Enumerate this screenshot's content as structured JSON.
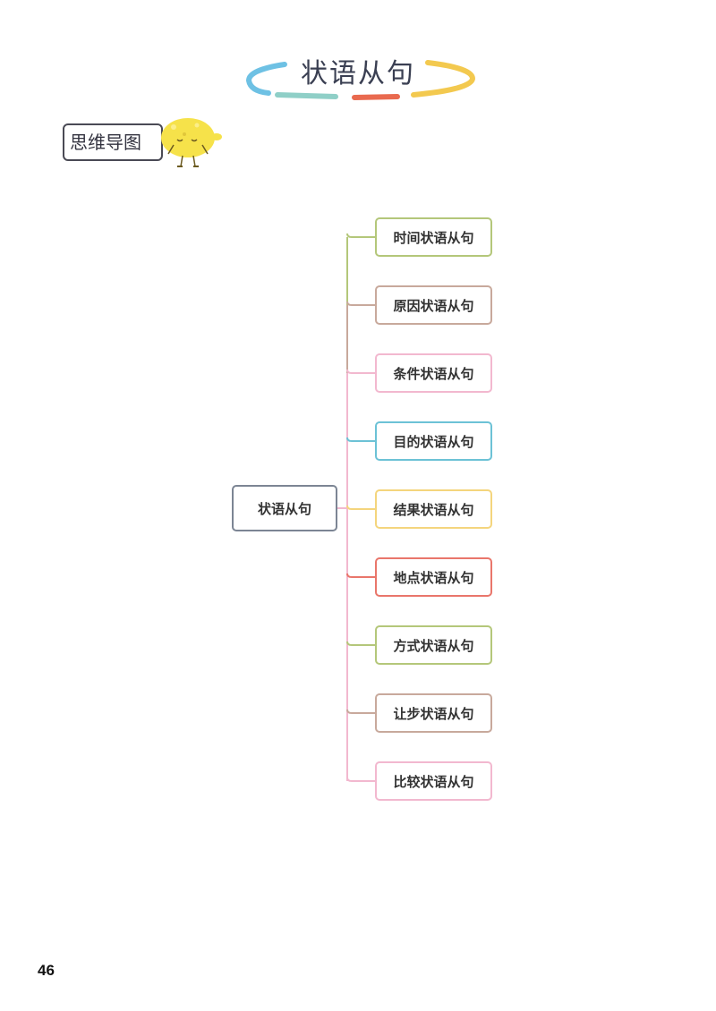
{
  "header": {
    "title": "状语从句",
    "deco_colors": [
      "#6ec1e4",
      "#8fcfc7",
      "#e96a4f",
      "#f3c94f"
    ]
  },
  "section": {
    "label": "思维导图",
    "mascot": "lemon-mascot-icon"
  },
  "mindmap": {
    "root": {
      "label": "状语从句",
      "color": "#7c8594"
    },
    "branches": [
      {
        "label": "时间状语从句",
        "color": "#b4c77a"
      },
      {
        "label": "原因状语从句",
        "color": "#c8a99c"
      },
      {
        "label": "条件状语从句",
        "color": "#f2b8cf"
      },
      {
        "label": "目的状语从句",
        "color": "#6cc2d6"
      },
      {
        "label": "结果状语从句",
        "color": "#f4d57d"
      },
      {
        "label": "地点状语从句",
        "color": "#e9766b"
      },
      {
        "label": "方式状语从句",
        "color": "#b4c77a"
      },
      {
        "label": "让步状语从句",
        "color": "#c8a99c"
      },
      {
        "label": "比较状语从句",
        "color": "#f2b8cf"
      }
    ]
  },
  "footer": {
    "page_number": "46"
  }
}
